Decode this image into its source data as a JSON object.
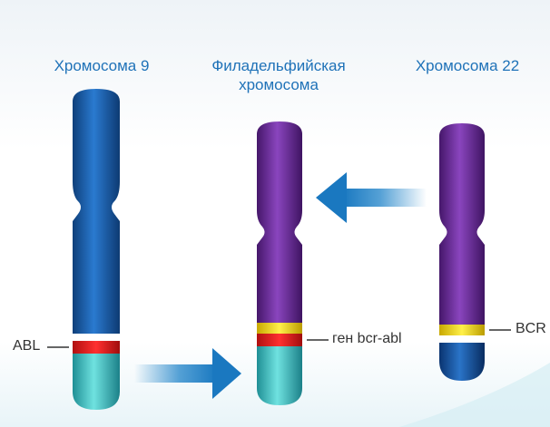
{
  "labels": {
    "chromosome9": "Хромосома 9",
    "philadelphia": "Филадельфийская хромосома",
    "philadelphia_line1": "Филадельфийская",
    "philadelphia_line2": "хромосома",
    "chromosome22": "Хромосома 22",
    "abl": "ABL",
    "gene": "ген bcr-abl",
    "bcr": "BCR"
  },
  "colors": {
    "chr9": "#1a5ea8",
    "chr22": "#6a2a96",
    "abl_band": "#e02020",
    "bcr_band": "#f2d200",
    "abl_segment": "#3cc8c8",
    "bcr_segment": "#1456a8",
    "arrow": "#1e82c8"
  },
  "arrows": [
    {
      "direction": "right",
      "meaning": "ABL translocated to chromosome 22"
    },
    {
      "direction": "left",
      "meaning": "chromosome 22 becomes Philadelphia chromosome"
    }
  ]
}
